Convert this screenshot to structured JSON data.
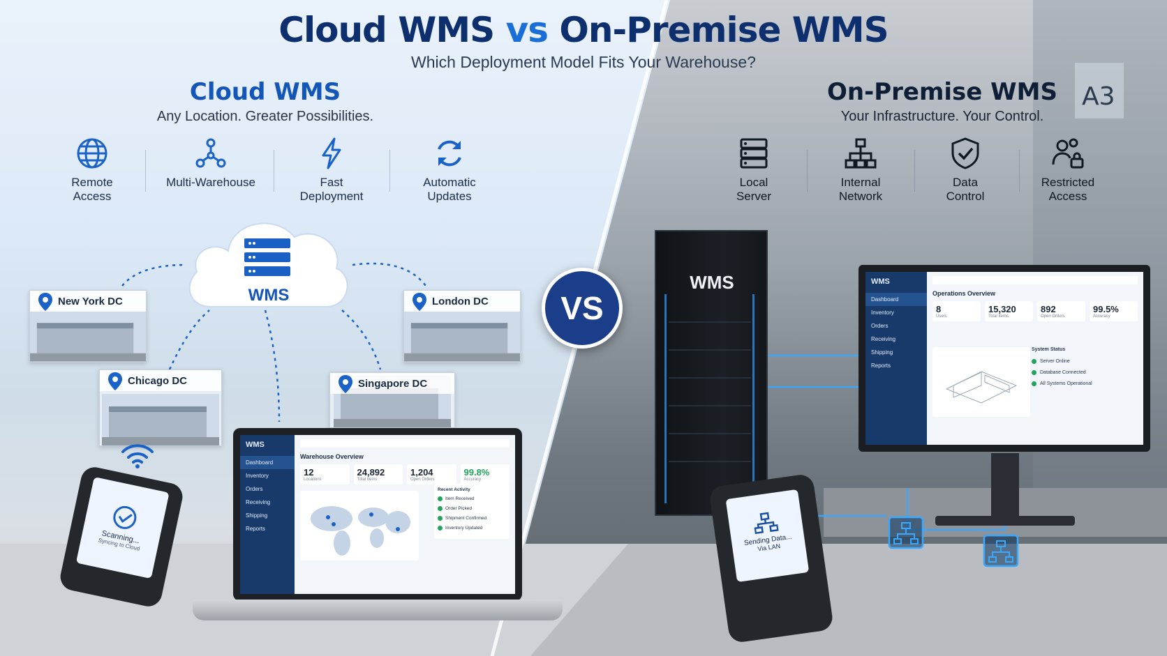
{
  "header": {
    "title_left": "Cloud WMS",
    "title_vs": "vs",
    "title_right": "On-Premise WMS",
    "subtitle": "Which Deployment Model Fits Your Warehouse?"
  },
  "cloud": {
    "title": "Cloud WMS",
    "subtitle": "Any Location. Greater Possibilities.",
    "features": [
      {
        "icon": "globe-icon",
        "label_1": "Remote",
        "label_2": "Access"
      },
      {
        "icon": "network-nodes-icon",
        "label_1": "Multi-Warehouse",
        "label_2": ""
      },
      {
        "icon": "lightning-icon",
        "label_1": "Fast",
        "label_2": "Deployment"
      },
      {
        "icon": "refresh-icon",
        "label_1": "Automatic",
        "label_2": "Updates"
      }
    ],
    "cloud_label": "WMS",
    "data_centers": [
      "New York DC",
      "London DC",
      "Chicago DC",
      "Singapore DC"
    ],
    "laptop_app": {
      "brand": "WMS",
      "nav": [
        "Dashboard",
        "Inventory",
        "Orders",
        "Receiving",
        "Shipping",
        "Reports"
      ],
      "overview_title": "Warehouse Overview",
      "stats": [
        {
          "value": "12",
          "label": "Locations"
        },
        {
          "value": "24,892",
          "label": "Total Items"
        },
        {
          "value": "1,204",
          "label": "Open Orders"
        },
        {
          "value": "99.8%",
          "label": "Accuracy"
        }
      ],
      "recent_title": "Recent Activity",
      "recent": [
        "Item Received",
        "Order Picked",
        "Shipment Confirmed",
        "Inventory Updated"
      ]
    },
    "scanner": {
      "line1": "Scanning...",
      "line2": "Syncing to Cloud"
    }
  },
  "premise": {
    "title": "On-Premise WMS",
    "subtitle": "Your Infrastructure. Your Control.",
    "features": [
      {
        "icon": "server-icon",
        "label_1": "Local",
        "label_2": "Server"
      },
      {
        "icon": "lan-icon",
        "label_1": "Internal",
        "label_2": "Network"
      },
      {
        "icon": "shield-check-icon",
        "label_1": "Data",
        "label_2": "Control"
      },
      {
        "icon": "users-lock-icon",
        "label_1": "Restricted",
        "label_2": "Access"
      }
    ],
    "server_label": "WMS",
    "monitor_app": {
      "brand": "WMS",
      "nav": [
        "Dashboard",
        "Inventory",
        "Orders",
        "Receiving",
        "Shipping",
        "Reports"
      ],
      "overview_title": "Operations Overview",
      "stats": [
        {
          "value": "8",
          "label": "Users"
        },
        {
          "value": "15,320",
          "label": "Total Items"
        },
        {
          "value": "892",
          "label": "Open Orders"
        },
        {
          "value": "99.5%",
          "label": "Accuracy"
        }
      ],
      "status_title": "System Status",
      "status": [
        "Server Online",
        "Database Connected",
        "All Systems Operational"
      ]
    },
    "scanner": {
      "line1": "Sending Data...",
      "line2": "Via LAN"
    },
    "rack_sign": "A3"
  },
  "vs_badge": "VS",
  "colors": {
    "navy": "#0d2f6e",
    "blue": "#1a6fd6",
    "accent_green": "#21a35c",
    "badge": "#1a3e8a"
  }
}
